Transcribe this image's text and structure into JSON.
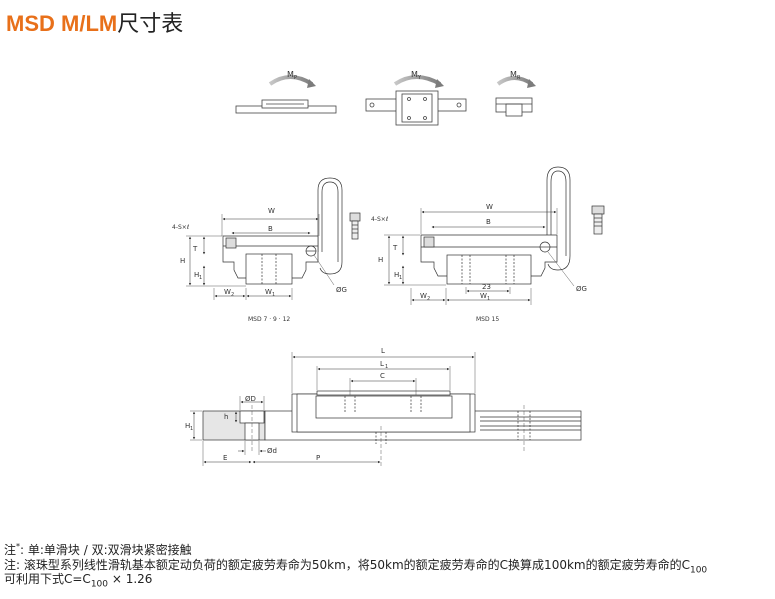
{
  "title": {
    "model": "MSD M/LM",
    "suffix": "尺寸表"
  },
  "moments": {
    "top_left": "M",
    "top_left_sub": "P",
    "top_mid": "M",
    "top_mid_sub": "Y",
    "top_right": "M",
    "top_right_sub": "R"
  },
  "diagram_left": {
    "caption": "MSD 7 · 9 · 12",
    "labels": {
      "seal": "4-S×ℓ",
      "W": "W",
      "B": "B",
      "T": "T",
      "H": "H",
      "H1": "H",
      "H1_sub": "1",
      "W2": "W",
      "W2_sub": "2",
      "W1": "W",
      "W1_sub": "1",
      "G": "ØG"
    }
  },
  "diagram_right": {
    "caption": "MSD 15",
    "labels": {
      "seal": "4-S×ℓ",
      "W": "W",
      "B": "B",
      "T": "T",
      "H": "H",
      "H1": "H",
      "H1_sub": "1",
      "W2": "W",
      "W2_sub": "2",
      "W1": "W",
      "W1_sub": "1",
      "G": "ØG",
      "dim23": "23"
    }
  },
  "diagram_side": {
    "labels": {
      "L": "L",
      "L1": "L",
      "L1_sub": "1",
      "C": "C",
      "D": "ØD",
      "h": "h",
      "H1": "H",
      "H1_sub": "1",
      "E": "E",
      "d": "Ød",
      "P": "P"
    }
  },
  "notes": {
    "line1_prefix": "注",
    "line1_sup": "*",
    "line1_text": ": 单:单滑块 / 双:双滑块紧密接触",
    "line2_text": "注: 滚珠型系列线性滑轨基本额定动负荷的额定疲劳寿命为50km，将50km的额定疲劳寿命的C换算成100km的额定疲劳寿命的C",
    "line2_sub": "100",
    "line3_prefix": "可利用下式C=C",
    "line3_sub": "100",
    "line3_suffix": " × 1.26"
  }
}
